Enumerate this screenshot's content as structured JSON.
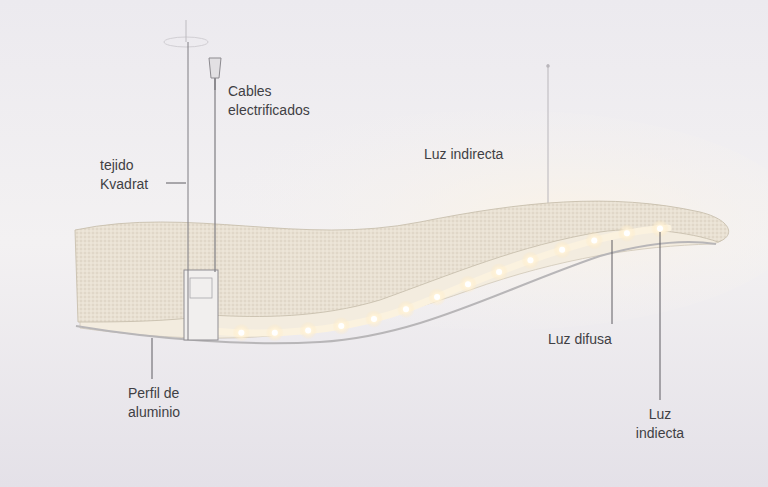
{
  "diagram": {
    "labels": [
      "Cables electrificados",
      "tejido Kvadrat",
      "Luz indirecta",
      "Luz difusa",
      "Perfil de aluminio",
      "Luz indiecta"
    ]
  }
}
